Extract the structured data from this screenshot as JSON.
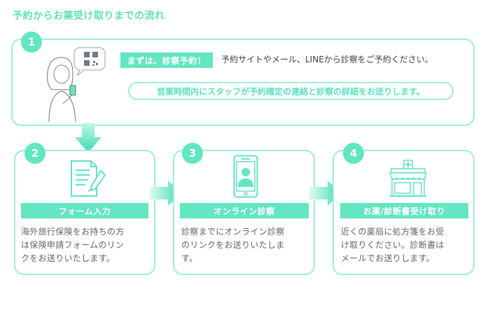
{
  "title": "予約からお薬受け取りまでの流れ",
  "step1": {
    "number": "1",
    "tag": "まずは、診察予約！",
    "text": "予約サイトやメール、LINEから診察をご予約ください。",
    "note": "営業時間内にスタッフが予約確定の連絡と診察の詳細をお送りします。",
    "illustration": "woman-with-phone-qr-icon"
  },
  "steps": [
    {
      "number": "2",
      "tag": "フォーム入力",
      "desc_lines": [
        "海外旅行保険をお持ちの方",
        "は保険申請フォームのリン",
        "クをお送りいたします。"
      ],
      "icon": "form-document-icon"
    },
    {
      "number": "3",
      "tag": "オンライン診察",
      "desc_lines": [
        "診察までにオンライン診察",
        "のリンクをお送りいたしま",
        "す。"
      ],
      "icon": "smartphone-user-icon"
    },
    {
      "number": "4",
      "tag": "お薬/診断書受け取り",
      "desc_lines": [
        "近くの薬局に処方箋をお受",
        "け取りください。診断書は",
        "メールでお送りします。"
      ],
      "icon": "pharmacy-icon"
    }
  ],
  "colors": {
    "accent": "#63e6c2",
    "border": "#9ff0d8",
    "title": "#5fe3bd"
  }
}
